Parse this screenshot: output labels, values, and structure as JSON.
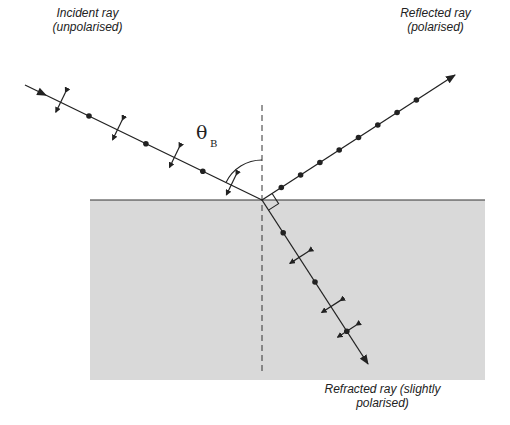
{
  "diagram": {
    "labels": [
      "Incident ray (unpolarised)",
      "θ",
      "B",
      "Reflected ray (polarised)",
      "Refracted ray (slightly polarised)"
    ]
  }
}
